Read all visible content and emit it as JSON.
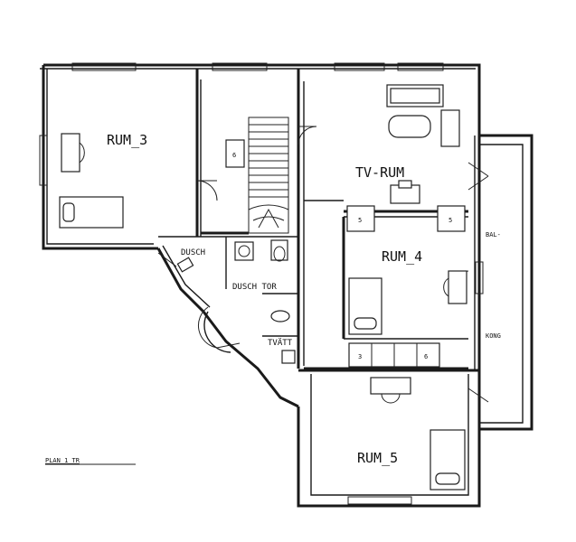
{
  "rooms": {
    "rum3": "RUM_3",
    "tv_rum": "TV-RUM",
    "rum4": "RUM_4",
    "rum5": "RUM_5",
    "dusch": "DUSCH",
    "dusch_tor": "DUSCH TOR",
    "tvatt": "TVÄTT"
  },
  "balcony": {
    "top": "BAL-",
    "bottom": "KONG"
  },
  "plan_label": "PLAN   1 TR",
  "cabinet_marks": {
    "rum3_stove": "6",
    "tv_left": "5",
    "tv_right": "5",
    "rum4_closet_left": "3",
    "rum4_closet_right": "6"
  }
}
